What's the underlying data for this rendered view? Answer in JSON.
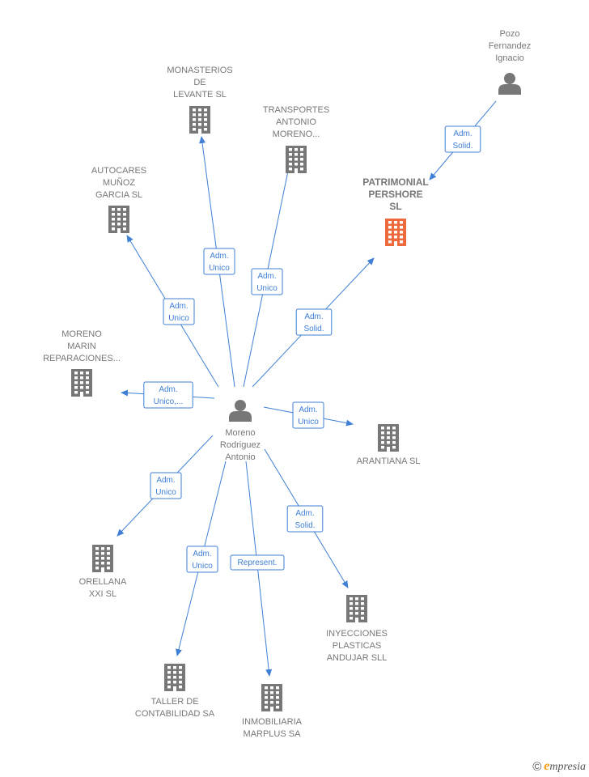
{
  "colors": {
    "edge": "#3f7fd6",
    "building": "#777777",
    "highlight": "#ee6a3c",
    "person": "#777777"
  },
  "nodes": [
    {
      "id": "moreno",
      "type": "person",
      "lines": [
        "Moreno",
        "Rodriguez",
        "Antonio"
      ]
    },
    {
      "id": "pozo",
      "type": "person",
      "lines": [
        "Pozo",
        "Fernandez",
        "Ignacio"
      ]
    },
    {
      "id": "patrimonial",
      "type": "company",
      "highlight": true,
      "lines": [
        "PATRIMONIAL",
        "PERSHORE",
        "SL"
      ]
    },
    {
      "id": "monasterios",
      "type": "company",
      "lines": [
        "MONASTERIOS",
        "DE",
        "LEVANTE  SL"
      ]
    },
    {
      "id": "transportes",
      "type": "company",
      "lines": [
        "TRANSPORTES",
        "ANTONIO",
        "MORENO..."
      ]
    },
    {
      "id": "autocares",
      "type": "company",
      "lines": [
        "AUTOCARES",
        "MUÑOZ",
        "GARCIA  SL"
      ]
    },
    {
      "id": "morenomarin",
      "type": "company",
      "lines": [
        "MORENO",
        "MARIN",
        "REPARACIONES..."
      ]
    },
    {
      "id": "arantiana",
      "type": "company",
      "lines": [
        "ARANTIANA  SL"
      ]
    },
    {
      "id": "orellana",
      "type": "company",
      "lines": [
        "ORELLANA",
        "XXI SL"
      ]
    },
    {
      "id": "taller",
      "type": "company",
      "lines": [
        "TALLER DE",
        "CONTABILIDAD SA"
      ]
    },
    {
      "id": "inmobiliaria",
      "type": "company",
      "lines": [
        "INMOBILIARIA",
        "MARPLUS SA"
      ]
    },
    {
      "id": "inyecciones",
      "type": "company",
      "lines": [
        "INYECCIONES",
        "PLASTICAS",
        "ANDUJAR  SLL"
      ]
    }
  ],
  "edges": [
    {
      "from": "pozo",
      "to": "patrimonial",
      "label": [
        "Adm.",
        "Solid."
      ]
    },
    {
      "from": "moreno",
      "to": "monasterios",
      "label": [
        "Adm.",
        "Unico"
      ]
    },
    {
      "from": "moreno",
      "to": "transportes",
      "label": [
        "Adm.",
        "Unico"
      ]
    },
    {
      "from": "moreno",
      "to": "autocares",
      "label": [
        "Adm.",
        "Unico"
      ]
    },
    {
      "from": "moreno",
      "to": "patrimonial",
      "label": [
        "Adm.",
        "Solid."
      ]
    },
    {
      "from": "moreno",
      "to": "morenomarin",
      "label": [
        "Adm.",
        "Unico,..."
      ]
    },
    {
      "from": "moreno",
      "to": "arantiana",
      "label": [
        "Adm.",
        "Unico"
      ]
    },
    {
      "from": "moreno",
      "to": "orellana",
      "label": [
        "Adm.",
        "Unico"
      ]
    },
    {
      "from": "moreno",
      "to": "taller",
      "label": [
        "Adm.",
        "Unico"
      ]
    },
    {
      "from": "moreno",
      "to": "inmobiliaria",
      "label": [
        "Represent."
      ]
    },
    {
      "from": "moreno",
      "to": "inyecciones",
      "label": [
        "Adm.",
        "Solid."
      ]
    }
  ],
  "brand": {
    "copyright": "©",
    "initial": "e",
    "rest": "mpresia"
  }
}
